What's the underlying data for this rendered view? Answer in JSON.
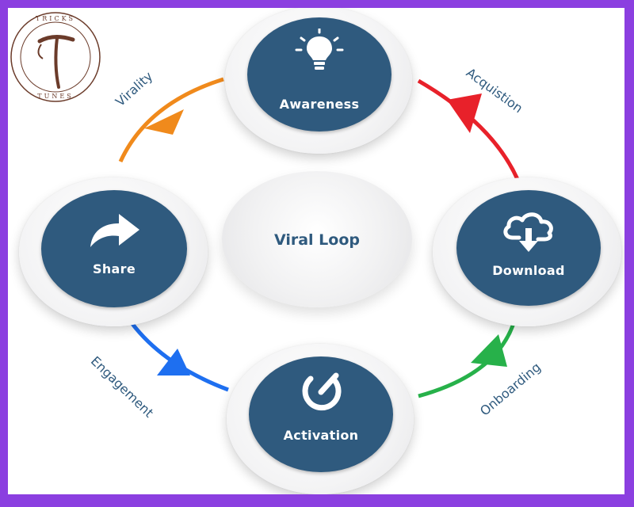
{
  "center": {
    "label": "Viral Loop"
  },
  "nodes": {
    "awareness": {
      "label": "Awareness",
      "icon": "lightbulb-icon"
    },
    "download": {
      "label": "Download",
      "icon": "cloud-download-icon"
    },
    "activation": {
      "label": "Activation",
      "icon": "power-icon"
    },
    "share": {
      "label": "Share",
      "icon": "share-arrow-icon"
    }
  },
  "edges": {
    "acquisition": {
      "label": "Acquistion",
      "color": "#e8212a"
    },
    "onboarding": {
      "label": "Onboarding",
      "color": "#27b14a"
    },
    "engagement": {
      "label": "Engagement",
      "color": "#1e6ff0"
    },
    "virality": {
      "label": "Virality",
      "color": "#f08a1c"
    }
  },
  "logo": {
    "letter": "T",
    "text_top": "TRICKS",
    "text_bottom": "TUNES",
    "color": "#6b3b2a"
  },
  "colors": {
    "frame": "#8b3fe0",
    "node_fill": "#2f5a7e",
    "text_dark": "#2f5a7e"
  }
}
